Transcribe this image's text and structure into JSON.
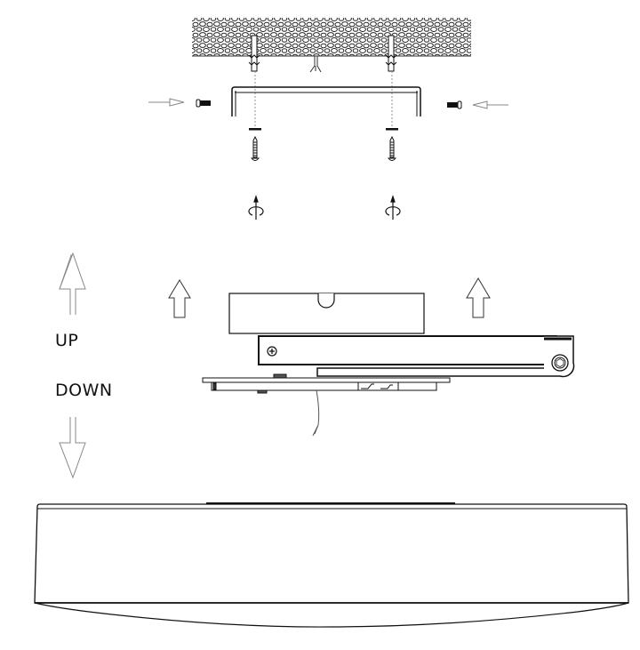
{
  "diagram": {
    "type": "installation-diagram",
    "subject": "ceiling light fixture mounting",
    "colors": {
      "line": "#111111",
      "light_line": "#888888",
      "background": "#ffffff"
    },
    "labels": {
      "up": "UP",
      "down": "DOWN"
    },
    "parts": [
      {
        "id": "ceiling",
        "name": "ceiling-surface"
      },
      {
        "id": "anchors",
        "name": "wall-anchor",
        "count": 2
      },
      {
        "id": "wires",
        "name": "supply-wires"
      },
      {
        "id": "bracket",
        "name": "mounting-bracket"
      },
      {
        "id": "side_screws",
        "name": "side-screw",
        "count": 2
      },
      {
        "id": "washers",
        "name": "washer",
        "count": 2
      },
      {
        "id": "mount_screws",
        "name": "mounting-screw",
        "count": 2
      },
      {
        "id": "rotate_icons",
        "name": "rotate-clockwise-icon",
        "count": 2
      },
      {
        "id": "base",
        "name": "fixture-base"
      },
      {
        "id": "hinge_plate",
        "name": "hinge-plate"
      },
      {
        "id": "driver_board",
        "name": "driver-board"
      },
      {
        "id": "shade",
        "name": "light-shade"
      }
    ],
    "arrows": [
      {
        "name": "up-arrow",
        "direction": "up",
        "count": 3
      },
      {
        "name": "down-arrow",
        "direction": "down",
        "count": 1
      },
      {
        "name": "insert-arrow",
        "direction": "right",
        "count": 1
      },
      {
        "name": "insert-arrow",
        "direction": "left",
        "count": 1
      }
    ]
  }
}
